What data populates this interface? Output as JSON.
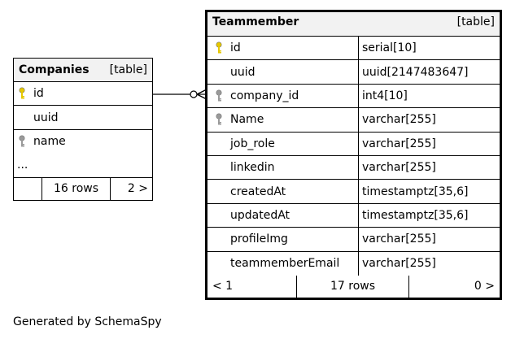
{
  "companies": {
    "name": "Companies",
    "kind": "[table]",
    "columns": [
      {
        "name": "id",
        "key": "primary"
      },
      {
        "name": "uuid",
        "key": "none"
      },
      {
        "name": "name",
        "key": "index"
      }
    ],
    "ellipsis": "...",
    "footer": {
      "left": "",
      "rows": "16 rows",
      "right": "2 >"
    }
  },
  "teammember": {
    "name": "Teammember",
    "kind": "[table]",
    "columns": [
      {
        "name": "id",
        "type": "serial[10]",
        "key": "primary"
      },
      {
        "name": "uuid",
        "type": "uuid[2147483647]",
        "key": "none"
      },
      {
        "name": "company_id",
        "type": "int4[10]",
        "key": "foreign"
      },
      {
        "name": "Name",
        "type": "varchar[255]",
        "key": "index"
      },
      {
        "name": "job_role",
        "type": "varchar[255]",
        "key": "none"
      },
      {
        "name": "linkedin",
        "type": "varchar[255]",
        "key": "none"
      },
      {
        "name": "createdAt",
        "type": "timestamptz[35,6]",
        "key": "none"
      },
      {
        "name": "updatedAt",
        "type": "timestamptz[35,6]",
        "key": "none"
      },
      {
        "name": "profileImg",
        "type": "varchar[255]",
        "key": "none"
      },
      {
        "name": "teammemberEmail",
        "type": "varchar[255]",
        "key": "none"
      }
    ],
    "footer": {
      "left": "< 1",
      "rows": "17 rows",
      "right": "0 >"
    }
  },
  "caption": "Generated by SchemaSpy",
  "colors": {
    "primary_key": "#e6c800",
    "index_key": "#9a9a9a",
    "header_bg": "#f2f2f2"
  }
}
